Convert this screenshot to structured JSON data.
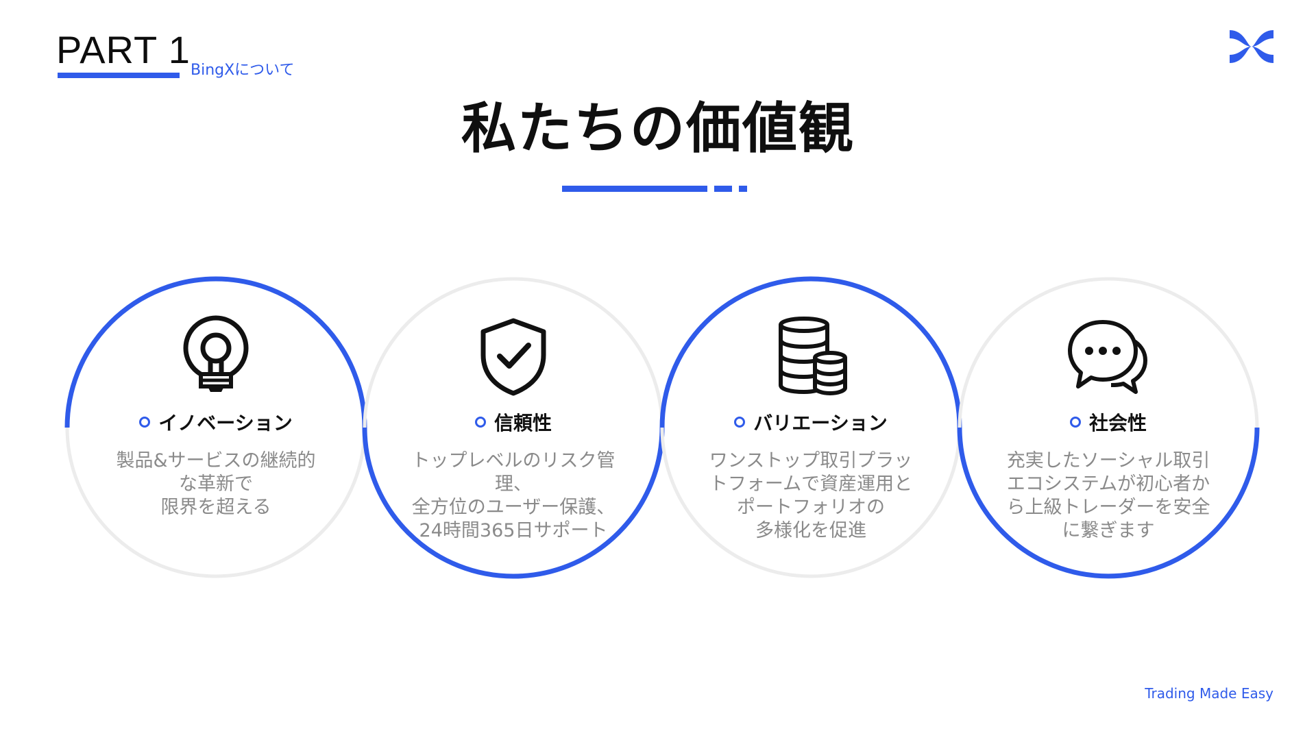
{
  "header": {
    "part_label": "PART 1",
    "section_label": "BingXについて"
  },
  "page_title": "私たちの価値観",
  "colors": {
    "accent": "#2f5bea",
    "ring_gray": "#ececec",
    "text_dark": "#111111",
    "text_muted": "#8a8a8a"
  },
  "values": [
    {
      "icon": "lightbulb-icon",
      "title": "イノベーション",
      "description": "製品&サービスの継続的\nな革新で\n限界を超える"
    },
    {
      "icon": "shield-check-icon",
      "title": "信頼性",
      "description": "トップレベルのリスク管\n理、\n全方位のユーザー保護、\n24時間365日サポート"
    },
    {
      "icon": "coin-stack-icon",
      "title": "バリエーション",
      "description": "ワンストップ取引プラッ\nトフォームで資産運用と\nポートフォリオの\n多様化を促進"
    },
    {
      "icon": "chat-bubbles-icon",
      "title": "社会性",
      "description": "充実したソーシャル取引\nエコシステムが初心者か\nら上級トレーダーを安全\nに繋ぎます"
    }
  ],
  "footer": {
    "tagline": "Trading Made Easy"
  }
}
